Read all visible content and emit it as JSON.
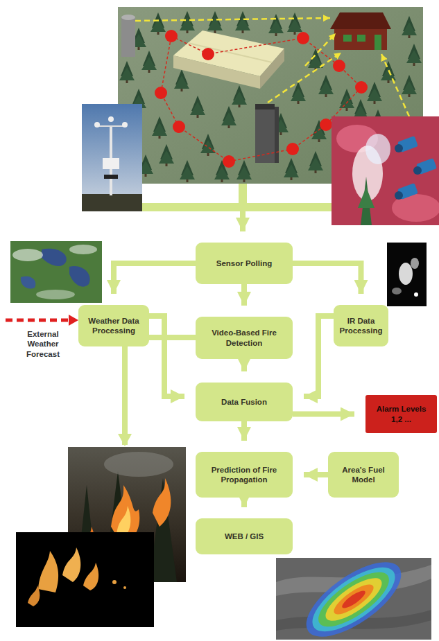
{
  "diagram": {
    "nodes": [
      {
        "text": [
          "Sensor Polling"
        ]
      },
      {
        "text": [
          "Weather Data Processing"
        ]
      },
      {
        "text": [
          "Video-Based Fire Detection"
        ]
      },
      {
        "text": [
          "IR Data Processing"
        ]
      },
      {
        "text": [
          "Data Fusion"
        ]
      },
      {
        "text": [
          "Alarm Levels 1,2 ..."
        ]
      },
      {
        "text": [
          "Prediction of Fire Propagation"
        ]
      },
      {
        "text": [
          "Area's Fuel Model"
        ]
      },
      {
        "text": [
          "WEB / GIS"
        ]
      }
    ],
    "edges": [
      {
        "from": 0,
        "to": 1,
        "arrow": "to"
      },
      {
        "from": 0,
        "to": 2,
        "arrow": "to"
      },
      {
        "from": 0,
        "to": 3,
        "arrow": "to"
      },
      {
        "from": 1,
        "to": 4,
        "arrow": "to"
      },
      {
        "from": 2,
        "to": 4,
        "arrow": "to"
      },
      {
        "from": 3,
        "to": 4,
        "arrow": "to"
      },
      {
        "from": 4,
        "to": 5,
        "arrow": "to"
      },
      {
        "from": 4,
        "to": 6,
        "arrow": "to"
      },
      {
        "from": 7,
        "to": 6,
        "arrow": "to"
      },
      {
        "from": 6,
        "to": 8,
        "arrow": "to"
      }
    ],
    "labels": [
      "External Weather Forecast"
    ]
  }
}
